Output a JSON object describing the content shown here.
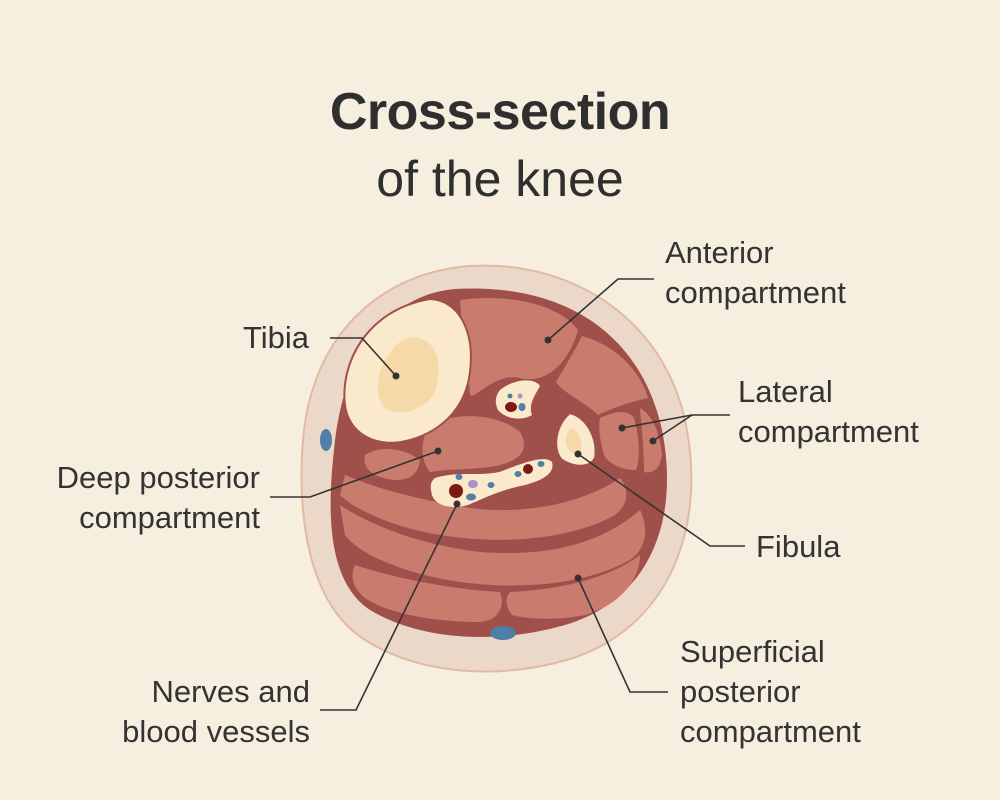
{
  "title": "Cross-section",
  "subtitle": "of the knee",
  "labels": {
    "tibia": "Tibia",
    "anterior": [
      "Anterior",
      "compartment"
    ],
    "lateral": [
      "Lateral",
      "compartment"
    ],
    "deep_posterior": [
      "Deep posterior",
      "compartment"
    ],
    "fibula": "Fibula",
    "nerves": [
      "Nerves and",
      "blood vessels"
    ],
    "superficial_posterior": [
      "Superficial",
      "posterior",
      "compartment"
    ]
  },
  "colors": {
    "background": "#f6efdf",
    "skin_outer": "#ecd8c8",
    "fascia": "#a0504b",
    "muscle": "#c97c6e",
    "bone": "#fbe9cc",
    "marrow": "#f5d9a8",
    "vein": "#4f7fa6",
    "artery": "#7d1a12",
    "nerve": "#b08fc5"
  }
}
